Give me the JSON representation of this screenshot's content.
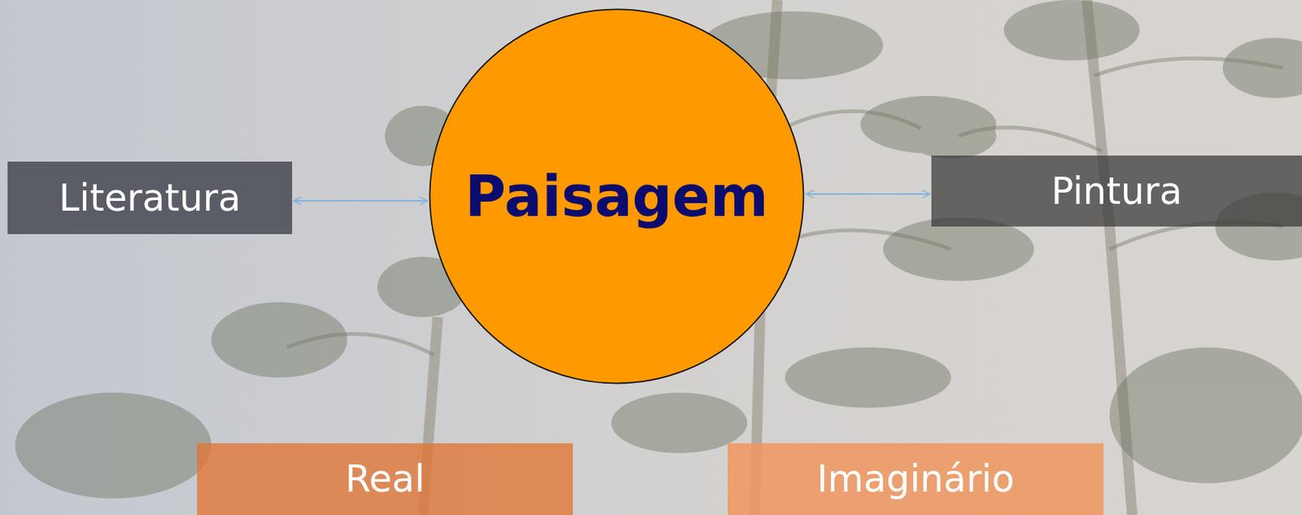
{
  "diagram": {
    "nodes": [
      {
        "text": [
          "Literatura"
        ]
      },
      {
        "text": [
          "Paisagem"
        ]
      },
      {
        "text": [
          "Pintura"
        ]
      },
      {
        "text": [
          "Real"
        ]
      },
      {
        "text": [
          "Imaginário"
        ]
      }
    ],
    "edges": [
      {
        "from": 0,
        "to": 1,
        "arrow": "both"
      },
      {
        "from": 1,
        "to": 2,
        "arrow": "both"
      }
    ]
  }
}
